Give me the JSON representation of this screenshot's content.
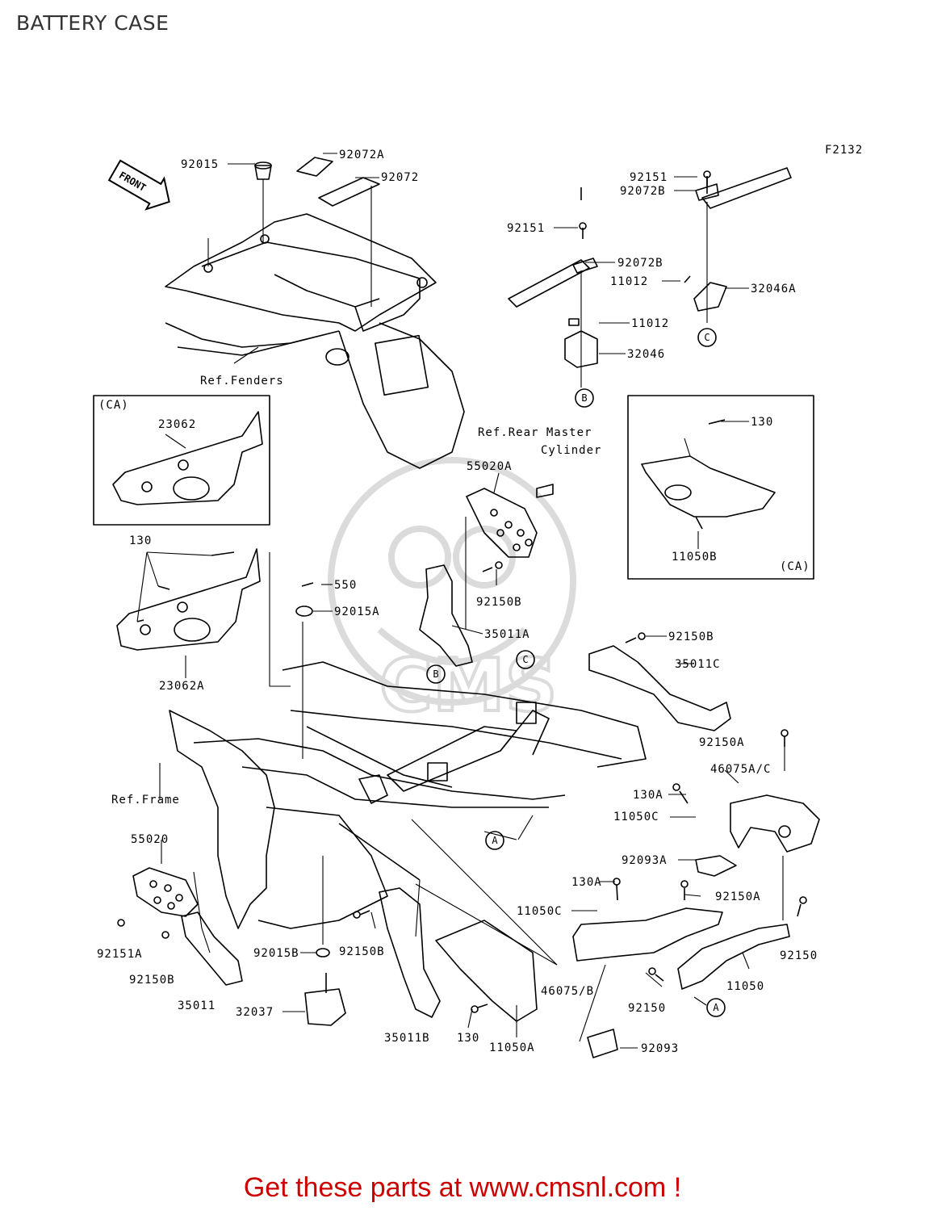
{
  "page": {
    "title": "BATTERY CASE",
    "footer_link": "Get these parts at www.cmsnl.com !"
  },
  "diagram": {
    "figure_code": "F2132",
    "front_arrow": "FRONT",
    "watermark_text": "CMS",
    "colors": {
      "line": "#000000",
      "watermark": "#bbbbbb",
      "footer": "#cc0000"
    },
    "callouts": [
      "A",
      "B",
      "C"
    ],
    "inset_tag": "(CA)",
    "labels": {
      "l_92015": "92015",
      "l_92072A": "92072A",
      "l_92072": "92072",
      "l_ref_fenders": "Ref.Fenders",
      "l_92151_top": "92151",
      "l_92072B_top": "92072B",
      "l_11012_top": "11012",
      "l_32046A": "32046A",
      "l_92151_mid": "92151",
      "l_92072B_mid": "92072B",
      "l_11012_mid": "11012",
      "l_32046": "32046",
      "l_ca_left": "(CA)",
      "l_23062": "23062",
      "l_ref_rear_master": "Ref.Rear Master",
      "l_cylinder": "Cylinder",
      "l_55020A": "55020A",
      "l_130_inset": "130",
      "l_11050B": "11050B",
      "l_ca_right": "(CA)",
      "l_130_left": "130",
      "l_550": "550",
      "l_92015A": "92015A",
      "l_92150B_mid": "92150B",
      "l_35011A": "35011A",
      "l_92150B_right": "92150B",
      "l_35011C": "35011C",
      "l_23062A": "23062A",
      "l_92150A_top": "92150A",
      "l_46075AC": "46075A/C",
      "l_130A_top": "130A",
      "l_11050C_top": "11050C",
      "l_ref_frame": "Ref.Frame",
      "l_92093A": "92093A",
      "l_55020": "55020",
      "l_130A_bot": "130A",
      "l_92150A_bot": "92150A",
      "l_11050C_bot": "11050C",
      "l_92151A": "92151A",
      "l_92015B": "92015B",
      "l_92150B_bot": "92150B",
      "l_92150B_left": "92150B",
      "l_92150_right": "92150",
      "l_46075B": "46075/B",
      "l_11050": "11050",
      "l_35011": "35011",
      "l_32037": "32037",
      "l_92150_bot": "92150",
      "l_35011B": "35011B",
      "l_130_bot": "130",
      "l_11050A": "11050A",
      "l_92093": "92093"
    }
  }
}
